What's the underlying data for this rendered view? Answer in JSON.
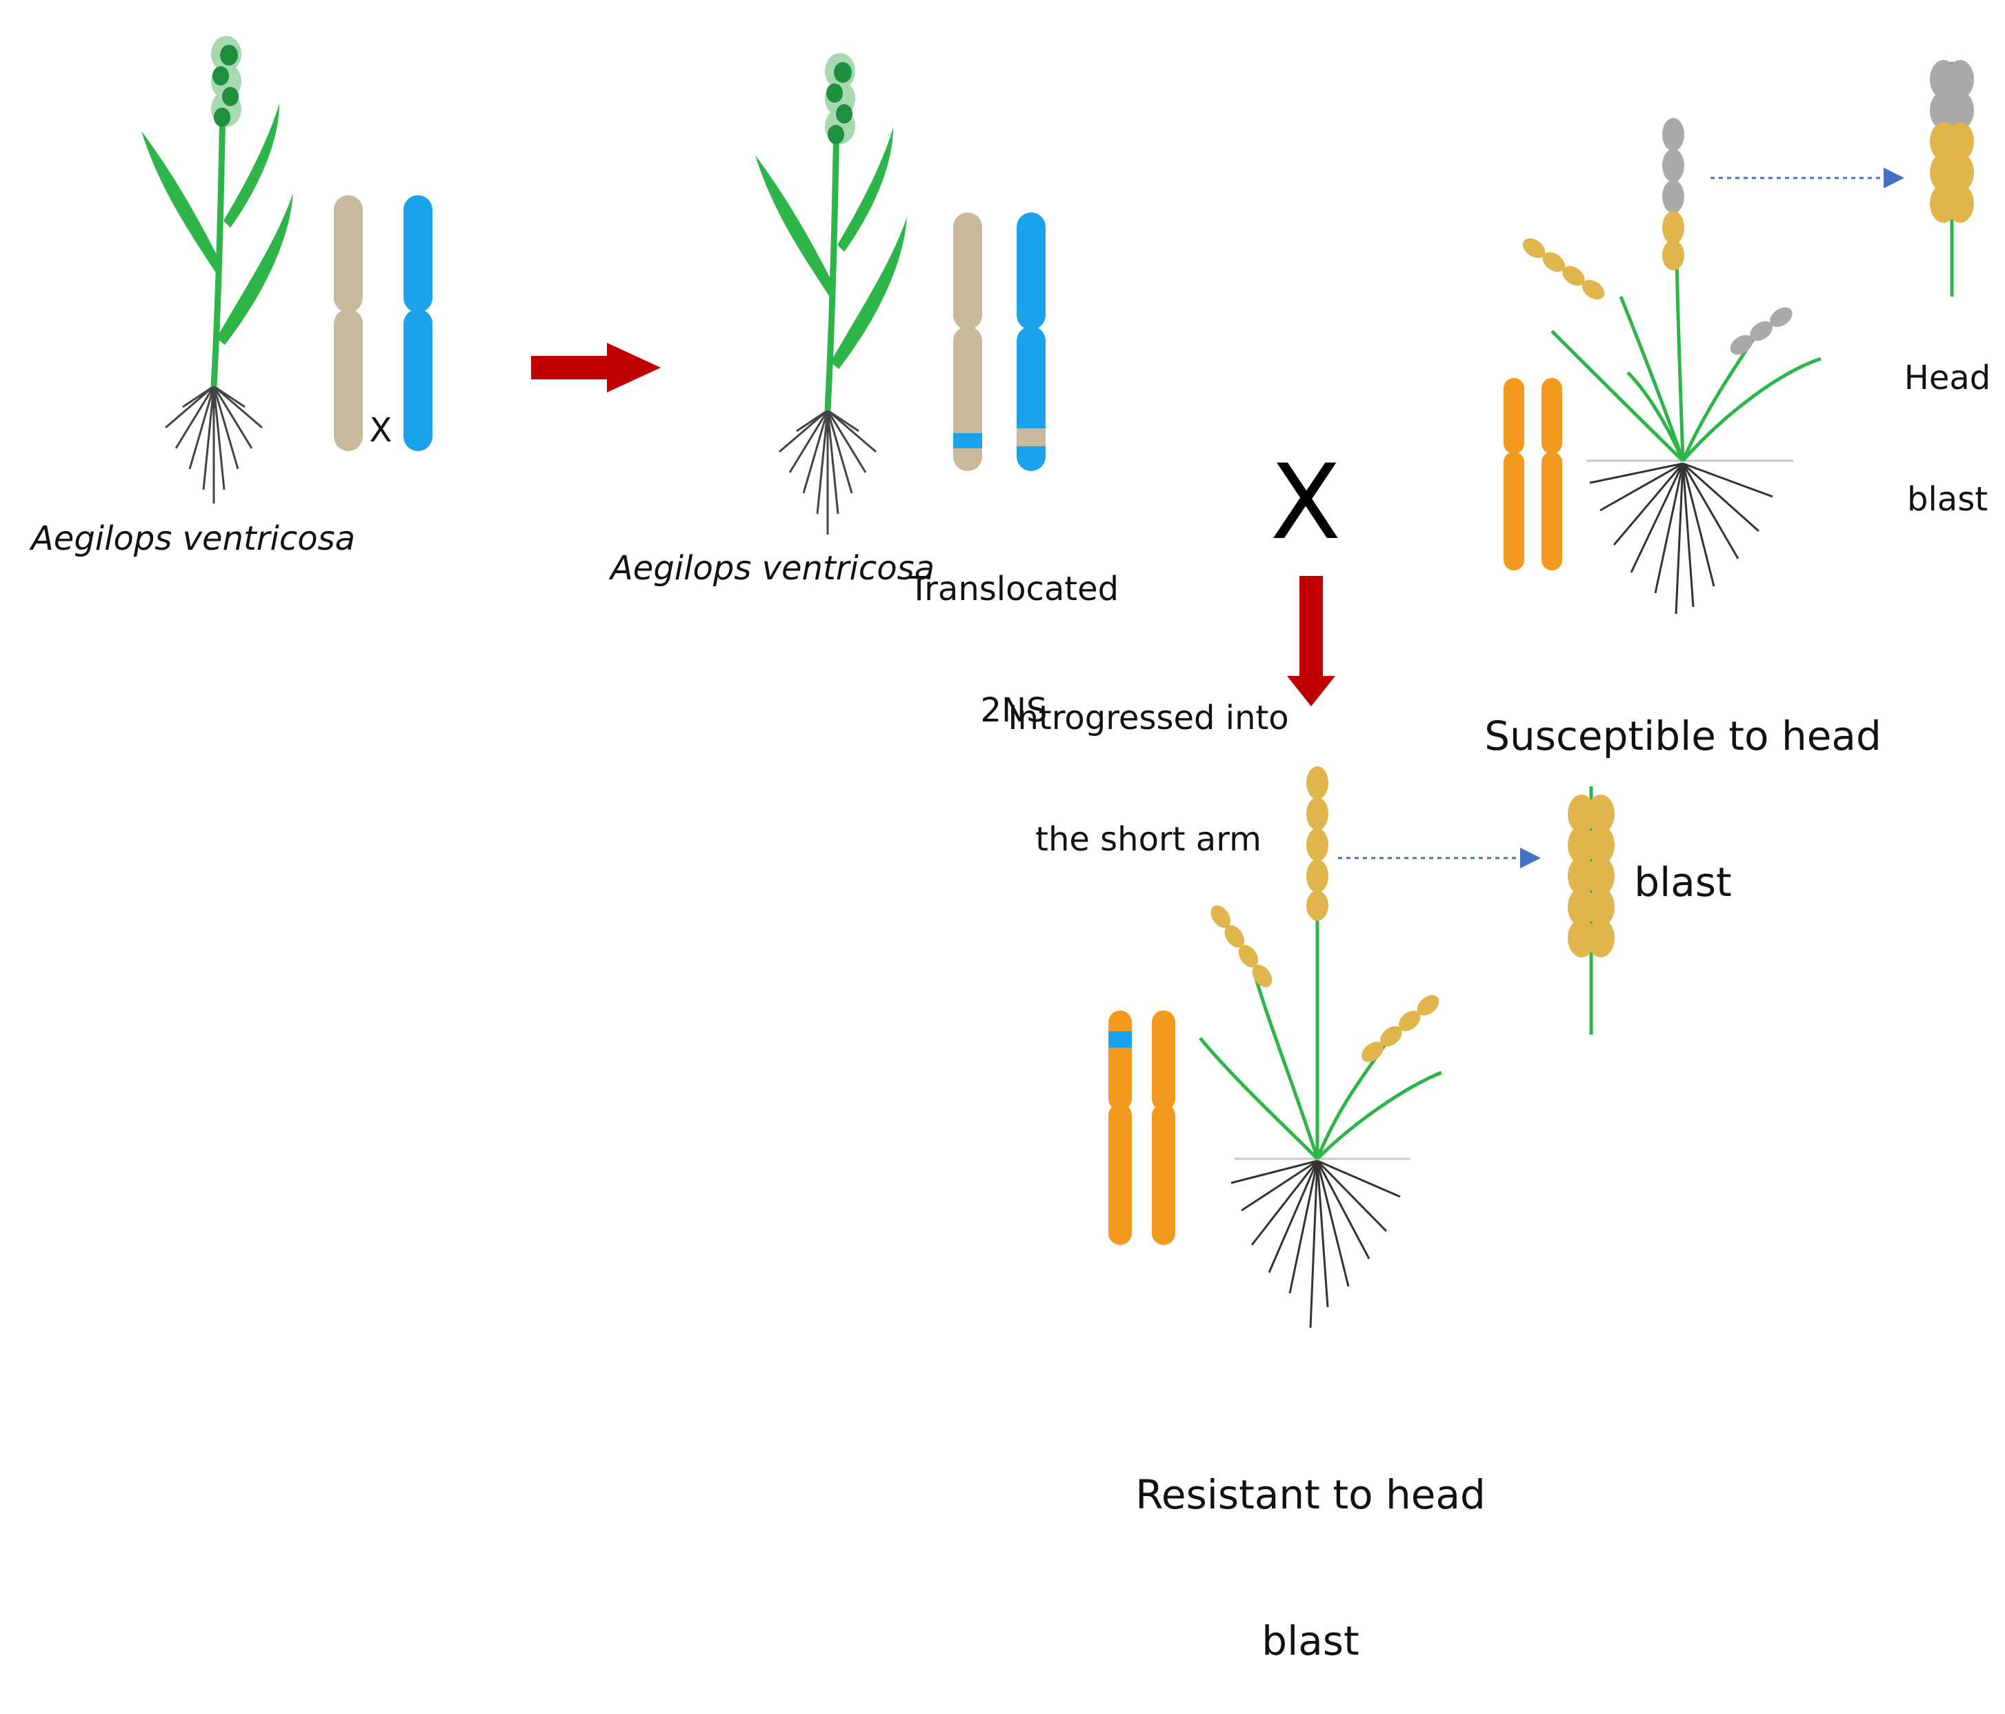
{
  "labels": {
    "aegilops_left": "Aegilops ventricosa",
    "aegilops_mid": "Aegilops ventricosa",
    "chromosome_cross": "X",
    "translocated_line1": "Translocated",
    "translocated_line2": "2NS",
    "big_cross": "X",
    "introgressed_line1": "Introgressed into",
    "introgressed_line2": "the short arm",
    "susceptible_line1": "Susceptible to head",
    "susceptible_line2": "blast",
    "resistant_line1": "Resistant to head",
    "resistant_line2": "blast",
    "head_blast_line1": "Head",
    "head_blast_line2": "blast"
  },
  "colors": {
    "aegilops_chromosome": "#c8b89e",
    "introgression_segment": "#1aa3ea",
    "wheat_chromosome": "#f39a1e",
    "process_arrow": "#c00000",
    "leaf_green": "#2db54a",
    "dark_green": "#1e8f3d",
    "grain_healthy": "#e0b54b",
    "grain_blasted": "#a9a9a9",
    "dotted_arrow": "#4472c4"
  }
}
